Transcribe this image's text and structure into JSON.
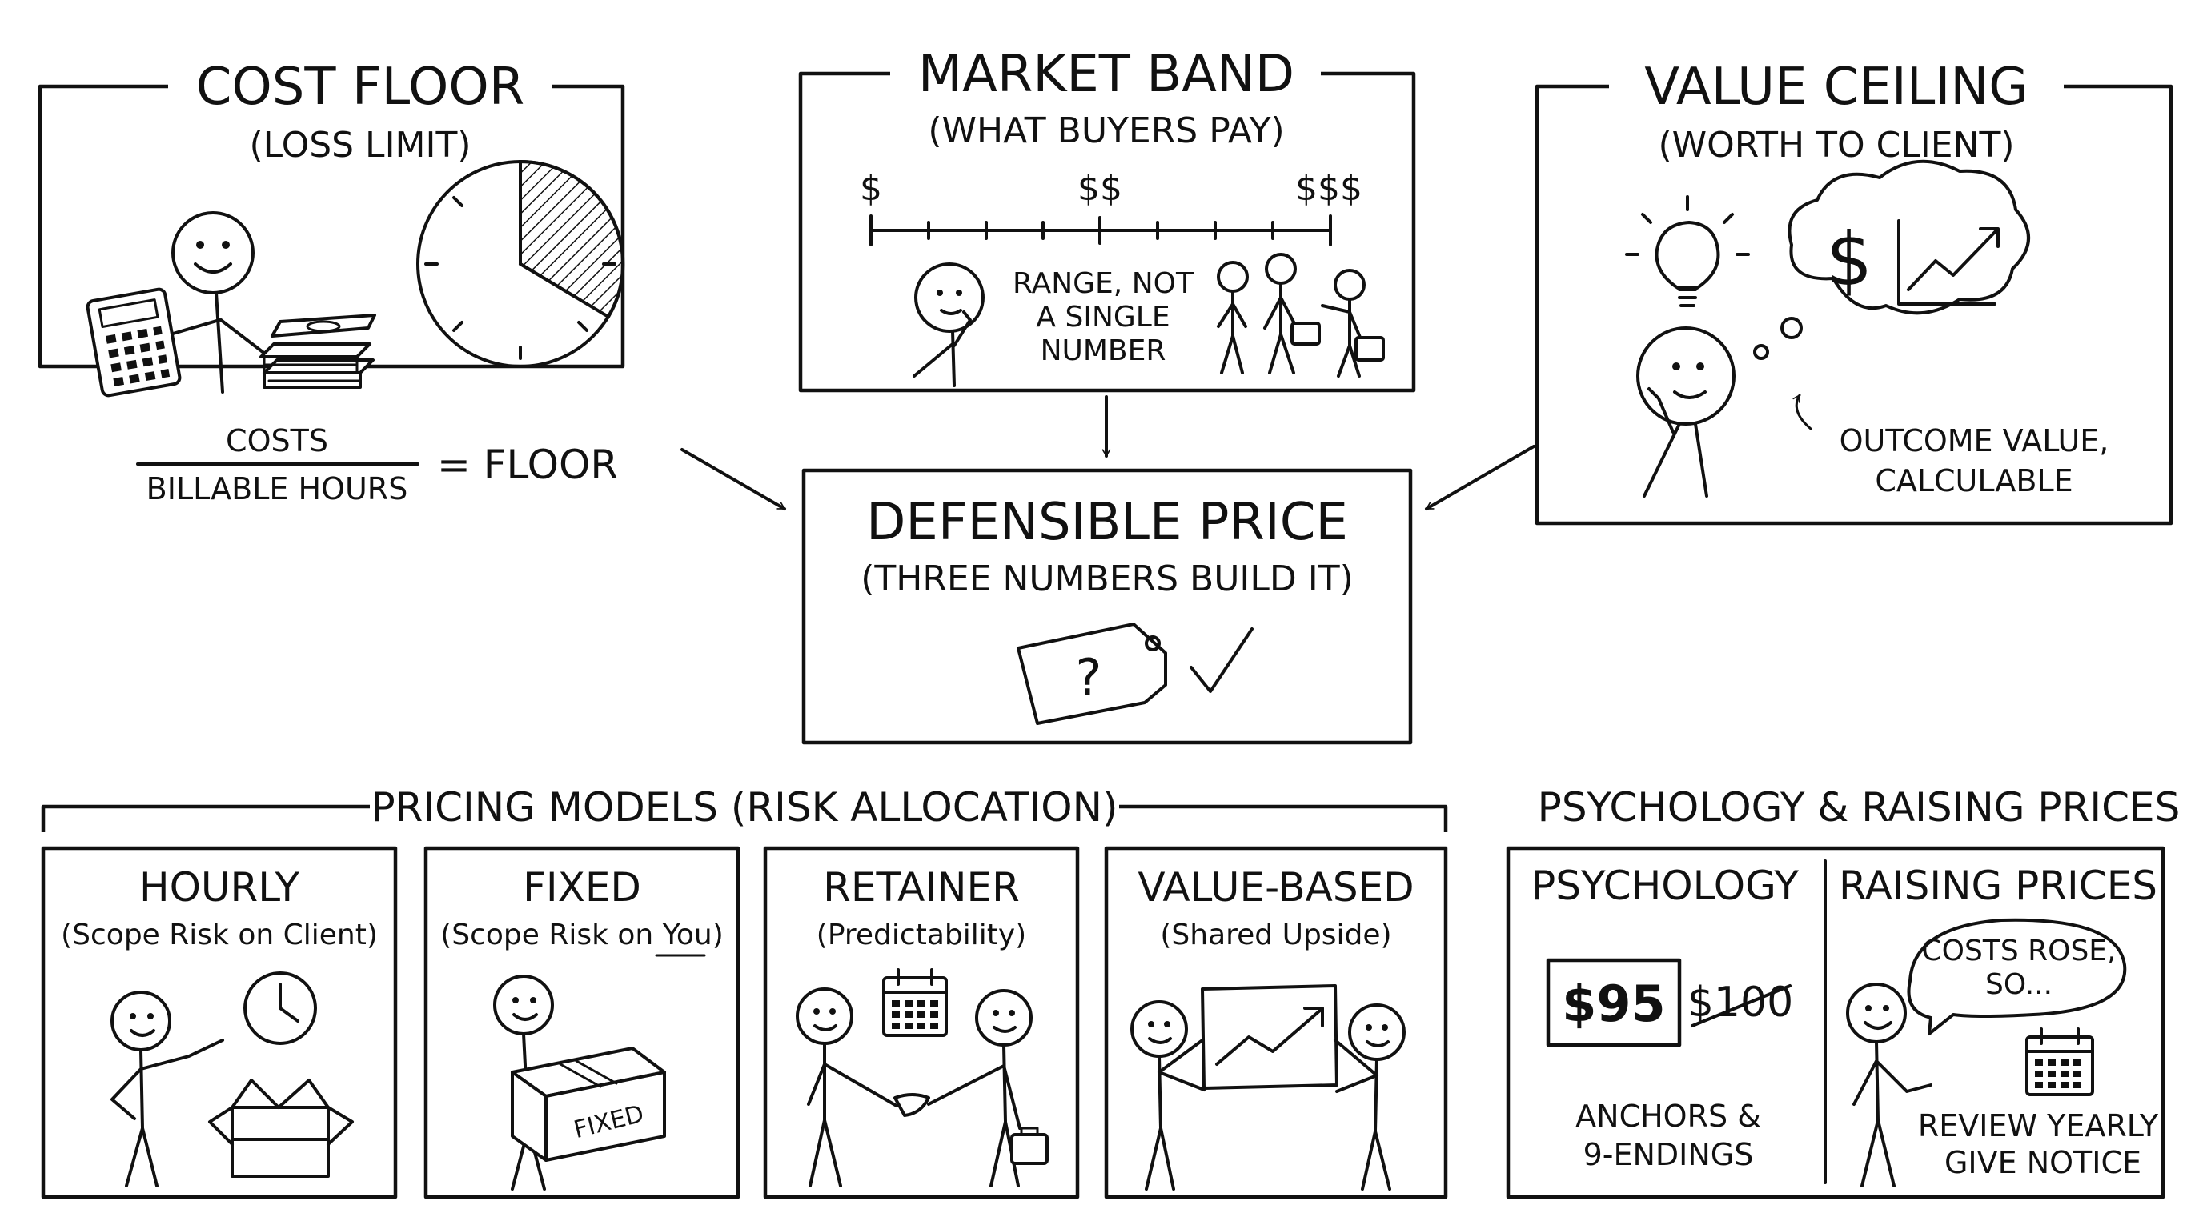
{
  "cost_floor": {
    "title": "COST FLOOR",
    "subtitle": "(LOSS LIMIT)",
    "numerator": "COSTS",
    "denominator": "BILLABLE HOURS",
    "result": "= FLOOR"
  },
  "market_band": {
    "title": "MARKET BAND",
    "subtitle": "(WHAT BUYERS PAY)",
    "ticks": [
      "$",
      "$$",
      "$$$"
    ],
    "note": [
      "RANGE, NOT",
      "A SINGLE",
      "NUMBER"
    ]
  },
  "value_ceiling": {
    "title": "VALUE CEILING",
    "subtitle": "(WORTH TO CLIENT)",
    "thought_symbol": "$",
    "note": [
      "OUTCOME VALUE,",
      "CALCULABLE"
    ]
  },
  "defensible_price": {
    "title": "DEFENSIBLE PRICE",
    "subtitle": "(THREE NUMBERS BUILD IT)",
    "tag_mark": "?"
  },
  "pricing_models": {
    "heading": "PRICING MODELS (RISK ALLOCATION)",
    "models": [
      {
        "title": "HOURLY",
        "subtitle": "(Scope Risk on Client)"
      },
      {
        "title": "FIXED",
        "subtitle": "(Scope Risk on You)",
        "box_label": "FIXED"
      },
      {
        "title": "RETAINER",
        "subtitle": "(Predictability)"
      },
      {
        "title": "VALUE-BASED",
        "subtitle": "(Shared Upside)"
      }
    ]
  },
  "psychology": {
    "heading": "PSYCHOLOGY & RAISING PRICES",
    "left": {
      "title": "PSYCHOLOGY",
      "price_new": "$95",
      "price_old": "$100",
      "caption": [
        "ANCHORS &",
        "9-ENDINGS"
      ]
    },
    "right": {
      "title": "RAISING PRICES",
      "bubble": [
        "COSTS ROSE,",
        "SO..."
      ],
      "caption": [
        "REVIEW YEARLY,",
        "GIVE NOTICE"
      ]
    }
  }
}
